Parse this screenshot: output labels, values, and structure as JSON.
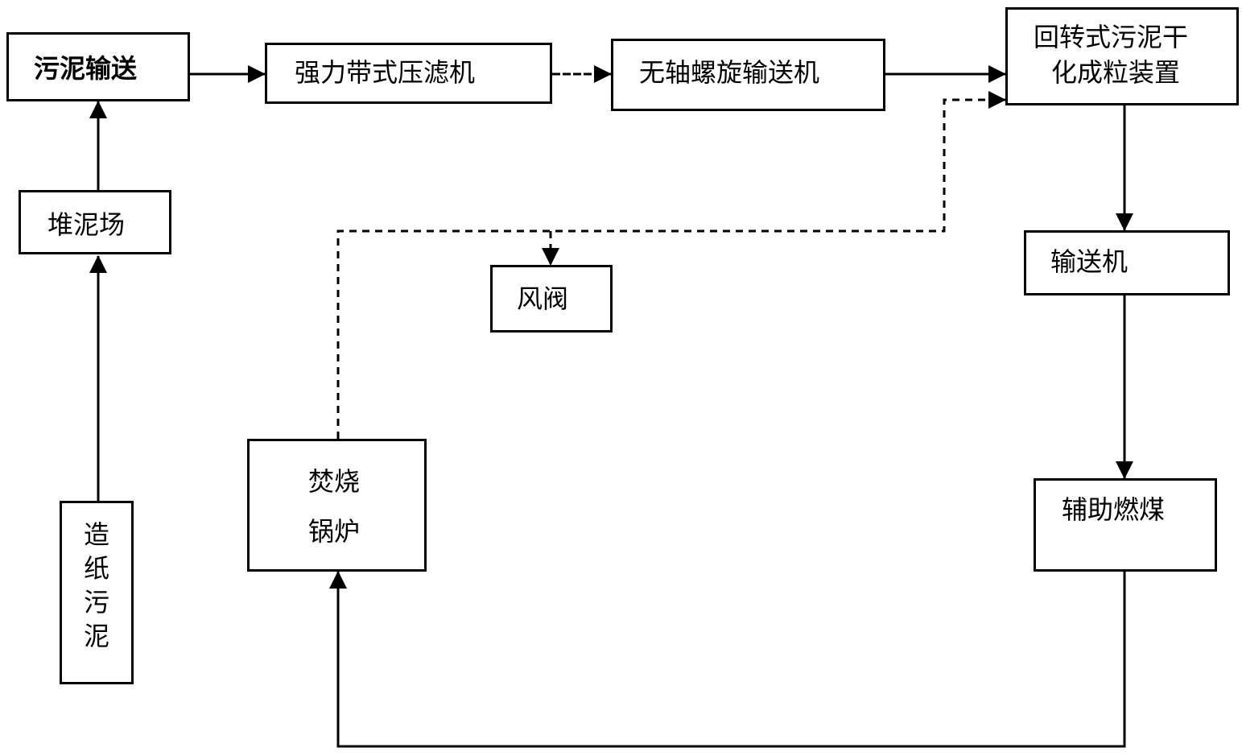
{
  "nodes": {
    "sludge_transport": "污泥输送",
    "filter_press": "强力带式压滤机",
    "shaftless_conveyor": "无轴螺旋输送机",
    "rotary_dryer_line1": "回转式污泥干",
    "rotary_dryer_line2": "化成粒装置",
    "sludge_yard": "堆泥场",
    "paper_sludge": "造纸污泥",
    "damper": "风阀",
    "conveyor": "输送机",
    "boiler_line1": "焚烧",
    "boiler_line2": "锅炉",
    "aux_coal": "辅助燃煤"
  },
  "colors": {
    "stroke": "#000000",
    "background": "#ffffff"
  }
}
